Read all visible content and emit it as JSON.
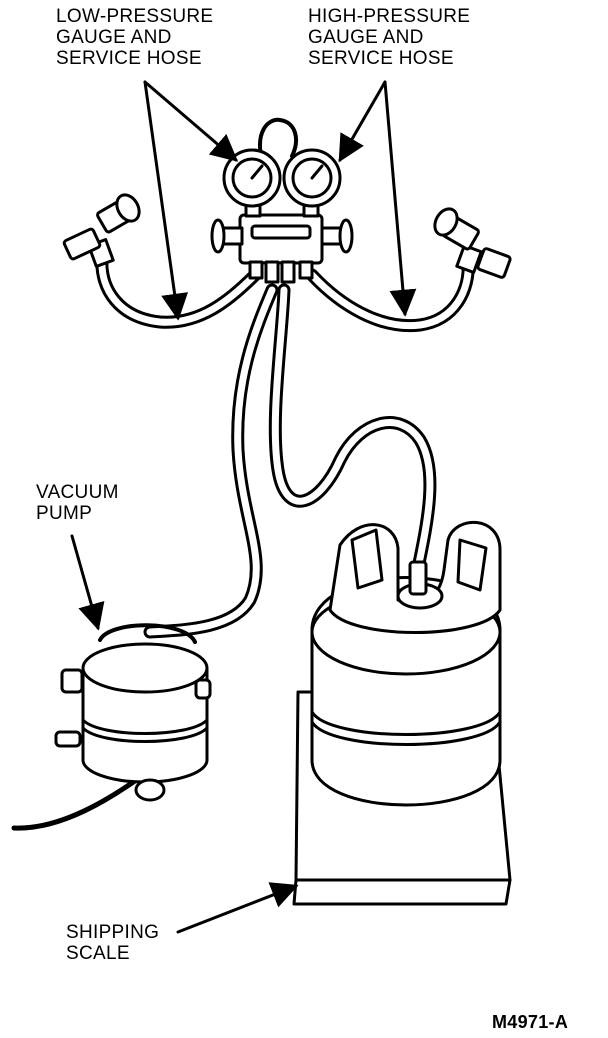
{
  "labels": {
    "low_pressure": "LOW-PRESSURE\nGAUGE AND\nSERVICE HOSE",
    "high_pressure": "HIGH-PRESSURE\nGAUGE AND\nSERVICE HOSE",
    "vacuum_pump": "VACUUM\nPUMP",
    "shipping_scale": "SHIPPING\nSCALE",
    "figure_id": "M4971-A"
  }
}
